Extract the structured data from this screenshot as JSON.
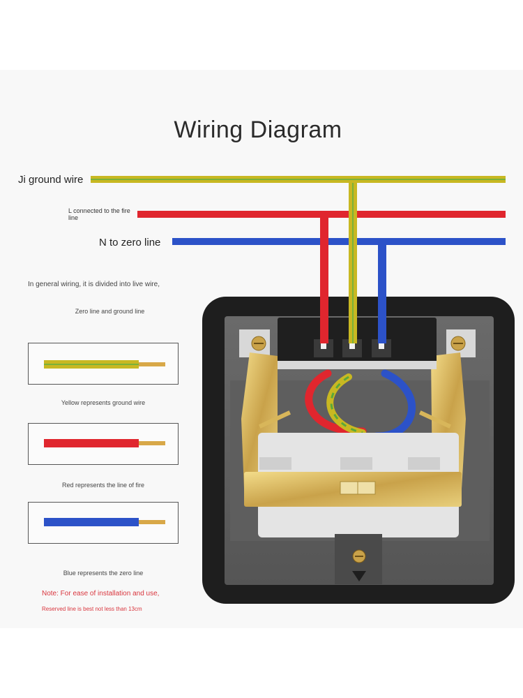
{
  "title": "Wiring Diagram",
  "wires": {
    "ground_label": "Ji ground wire",
    "live_label": "L connected to the fire line",
    "neutral_label": "N to zero line"
  },
  "intro": {
    "line1": "In general wiring, it is divided into live wire,",
    "line2": "Zero line and ground line"
  },
  "legend": {
    "yellow_caption": "Yellow represents ground wire",
    "red_caption": "Red represents the line of fire",
    "blue_caption": "Blue represents the zero line"
  },
  "note": {
    "line1": "Note: For ease of installation and use,",
    "line2": "Reserved line is best not less than 13cm"
  },
  "colors": {
    "ground": "#c8b822",
    "ground_stripe": "#5aa83a",
    "live": "#e0262e",
    "neutral": "#2c52c8",
    "copper": "#d8a848",
    "note": "#d9363e"
  }
}
